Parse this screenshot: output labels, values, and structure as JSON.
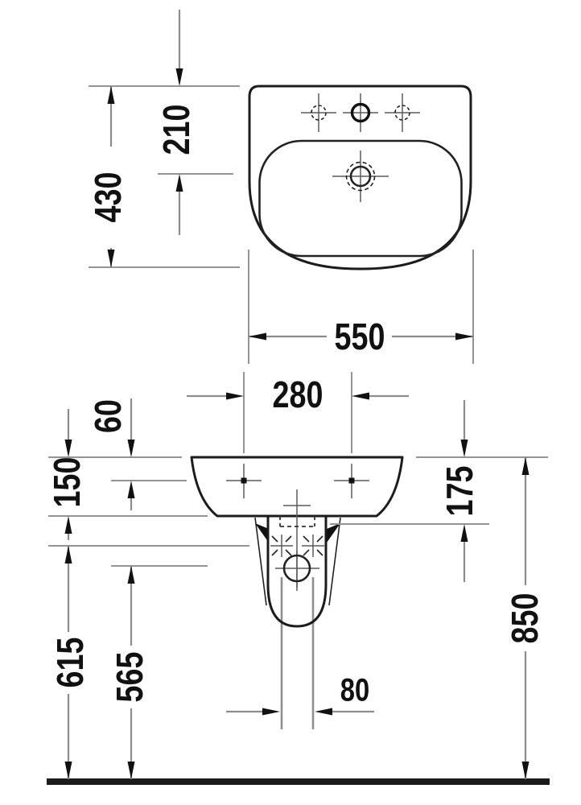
{
  "drawing": {
    "plan_view": {
      "depth": "430",
      "drain_center_from_back": "210",
      "width": "550"
    },
    "front_view": {
      "fixing_holes_spacing": "280",
      "rim_to_fixing_holes": "60",
      "basin_body_height": "150",
      "rim_to_outlet_level": "175",
      "floor_to_pedestal_fixing": "615",
      "floor_to_outlet": "565",
      "floor_to_rim": "850",
      "supply_spacing": "80"
    }
  }
}
